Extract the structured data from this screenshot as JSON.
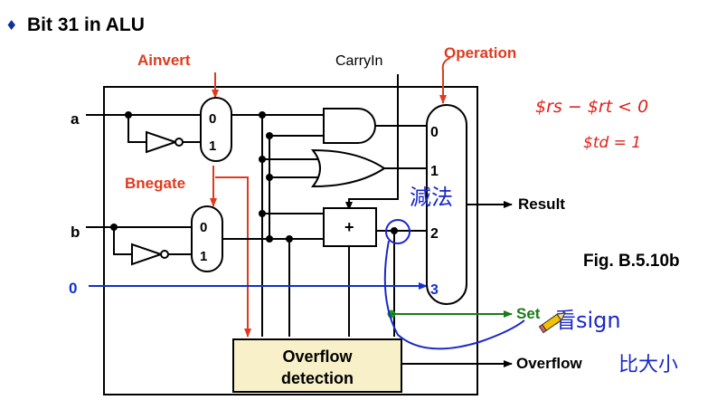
{
  "slide": {
    "bullet": "♦",
    "title": "Bit 31 in ALU",
    "figure_caption": "Fig. B.5.10b"
  },
  "colors": {
    "red_label": "#e03a1e",
    "blue": "#1030d0",
    "green": "#1a7a1a",
    "box_fill": "#f7f0c8",
    "ink": "#000000",
    "pen_blue": "#1a28c8",
    "pen_red": "#e0201a"
  },
  "signals": {
    "ainvert": "Ainvert",
    "bnegate": "Bnegate",
    "carry_in": "CarryIn",
    "operation": "Operation",
    "input_a": "a",
    "input_b": "b",
    "input_zero": "0"
  },
  "mux_a": {
    "in0": "0",
    "in1": "1"
  },
  "mux_b": {
    "in0": "0",
    "in1": "1"
  },
  "adder": {
    "symbol": "+"
  },
  "result_mux": {
    "in0": "0",
    "in1": "1",
    "in2": "2",
    "in3": "3"
  },
  "outputs": {
    "result": "Result",
    "set": "Set",
    "overflow": "Overflow"
  },
  "overflow_box": {
    "line1": "Overflow",
    "line2": "detection"
  },
  "annotations": {
    "red_formula": "$rs − $rt < 0",
    "red_assign": "$td = 1",
    "subtraction_note": "減法",
    "look_sign": "看sign",
    "compare_size": "比大小"
  }
}
